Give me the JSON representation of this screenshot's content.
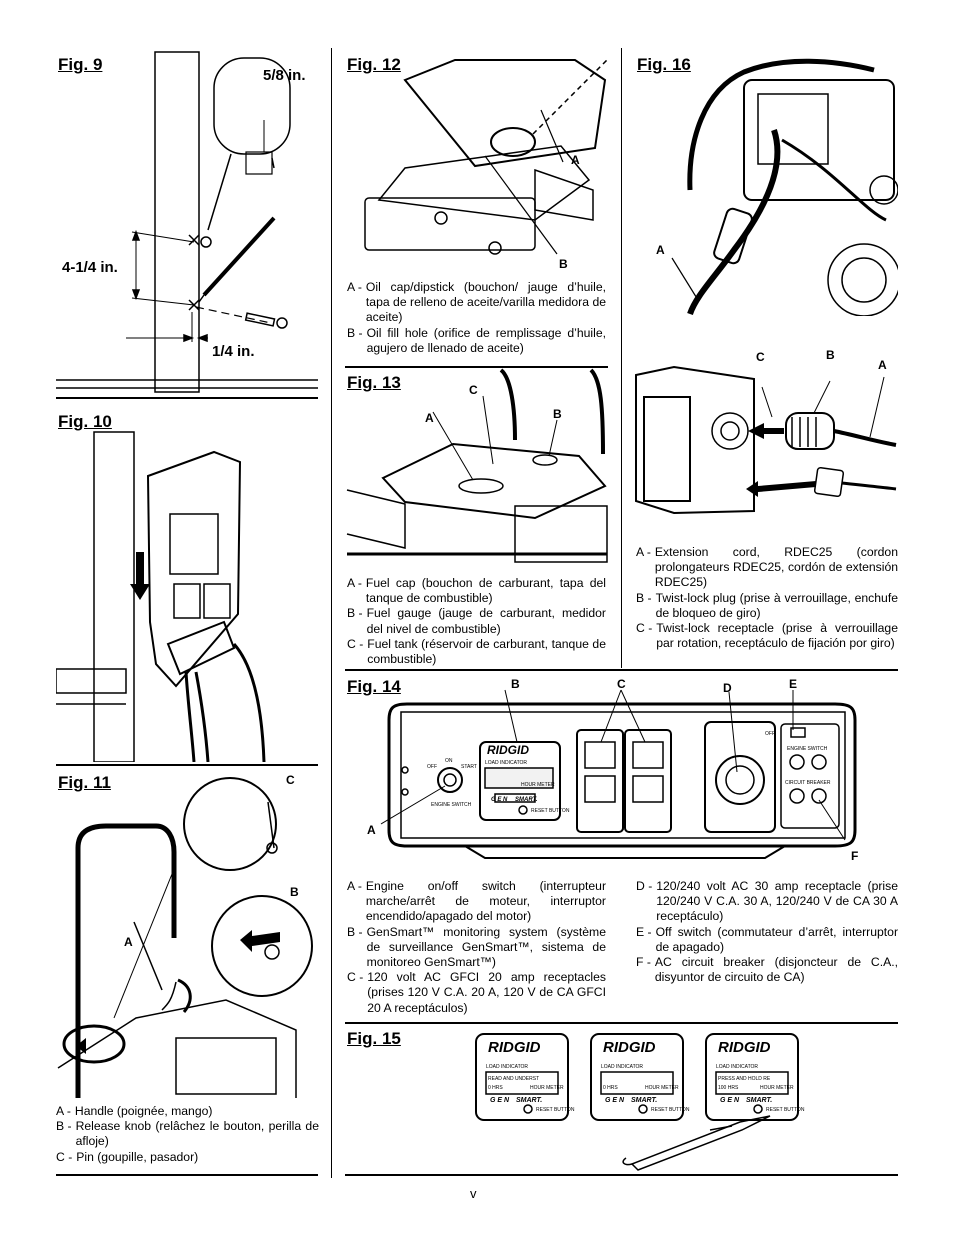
{
  "page_number": "v",
  "figures": {
    "fig9": {
      "label": "Fig. 9",
      "dim_top": "5/8 in.",
      "dim_middle": "4-1/4 in.",
      "dim_bottom": "1/4 in."
    },
    "fig10": {
      "label": "Fig. 10"
    },
    "fig11": {
      "label": "Fig. 11",
      "callouts": {
        "a": "A",
        "b": "B",
        "c": "C"
      },
      "legend": [
        {
          "key": "A -",
          "text": "Handle (poignée, mango)"
        },
        {
          "key": "B -",
          "text": "Release knob (relâchez le bouton, perilla de afloje)"
        },
        {
          "key": "C -",
          "text": "Pin (goupille, pasador)"
        }
      ]
    },
    "fig12": {
      "label": "Fig. 12",
      "callouts": {
        "a": "A",
        "b": "B"
      },
      "legend": [
        {
          "key": "A -",
          "text": "Oil cap/dipstick (bouchon/ jauge d’huile, tapa de relleno de aceite/varilla medidora de aceite)"
        },
        {
          "key": "B -",
          "text": "Oil fill hole (orifice de remplissage d’huile, agujero de llenado de aceite)"
        }
      ]
    },
    "fig13": {
      "label": "Fig. 13",
      "callouts": {
        "a": "A",
        "b": "B",
        "c": "C"
      },
      "legend": [
        {
          "key": "A -",
          "text": "Fuel cap (bouchon de carburant, tapa del tanque de combustible)"
        },
        {
          "key": "B -",
          "text": "Fuel gauge (jauge de carburant, medidor del nivel de combustible)"
        },
        {
          "key": "C -",
          "text": "Fuel tank (réservoir de carburant, tanque de combustible)"
        }
      ]
    },
    "fig14": {
      "label": "Fig. 14",
      "callouts": {
        "a": "A",
        "b": "B",
        "c": "C",
        "d": "D",
        "e": "E",
        "f": "F"
      },
      "panel_text": {
        "brand": "RIDGID",
        "load_indicator": "LOAD INDICATOR",
        "hour_meter": "HOUR METER",
        "gen": "G E N",
        "smart": "SMART.",
        "reset": "RESET BUTTON",
        "off": "OFF",
        "on": "ON",
        "start": "START",
        "engine_switch": "ENGINE SWITCH",
        "off_switch": "OFF",
        "engine_switch_right": "ENGINE SWITCH",
        "circuit_breaker": "CIRCUIT BREAKER"
      },
      "legend_left": [
        {
          "key": "A -",
          "text": "Engine on/off switch (interrupteur marche/arrêt de moteur, interruptor encendido/apagado del motor)"
        },
        {
          "key": "B -",
          "text": "GenSmart™ monitoring system (système de surveillance GenSmart™, sistema de monitoreo GenSmart™)"
        },
        {
          "key": "C -",
          "text": "120 volt AC GFCI 20 amp receptacles (prises 120 V C.A. 20 A, 120 V de CA GFCI 20 A receptáculos)"
        }
      ],
      "legend_right": [
        {
          "key": "D -",
          "text": "120/240 volt AC 30 amp receptacle (prise 120/240 V C.A. 30 A, 120/240 V de CA 30 A receptáculo)"
        },
        {
          "key": "E -",
          "text": "Off switch (commutateur d’arrêt, interruptor de apagado)"
        },
        {
          "key": "F -",
          "text": "AC circuit breaker (disjoncteur de C.A., disyuntor de circuito de CA)"
        }
      ]
    },
    "fig15": {
      "label": "Fig. 15",
      "displays": [
        {
          "brand": "RIDGID",
          "load": "LOAD INDICATOR",
          "line1": "READ AND UNDERST",
          "line2": "0 HRS",
          "meter": "HOUR METER",
          "gen": "G E N",
          "smart": "SMART.",
          "reset": "RESET BUTTON"
        },
        {
          "brand": "RIDGID",
          "load": "LOAD INDICATOR",
          "line1": "",
          "line2": "0 HRS",
          "meter": "HOUR METER",
          "gen": "G E N",
          "smart": "SMART.",
          "reset": "RESET BUTTON"
        },
        {
          "brand": "RIDGID",
          "load": "LOAD INDICATOR",
          "line1": "PRESS AND HOLD RE",
          "line2": "100 HRS",
          "meter": "HOUR METER",
          "gen": "G E N",
          "smart": "SMART.",
          "reset": "RESET BUTTON"
        }
      ]
    },
    "fig16": {
      "label": "Fig. 16",
      "callouts": {
        "a_top": "A",
        "a": "A",
        "b": "B",
        "c": "C"
      },
      "legend": [
        {
          "key": "A -",
          "text": "Extension cord, RDEC25 (cordon prolongateurs RDEC25, cordón de extensión RDEC25)"
        },
        {
          "key": "B -",
          "text": "Twist-lock plug (prise à verrouillage, enchufe de bloqueo de giro)"
        },
        {
          "key": "C -",
          "text": "Twist-lock receptacle (prise à verrouillage par rotation, receptáculo de fijación por giro)"
        }
      ]
    }
  }
}
